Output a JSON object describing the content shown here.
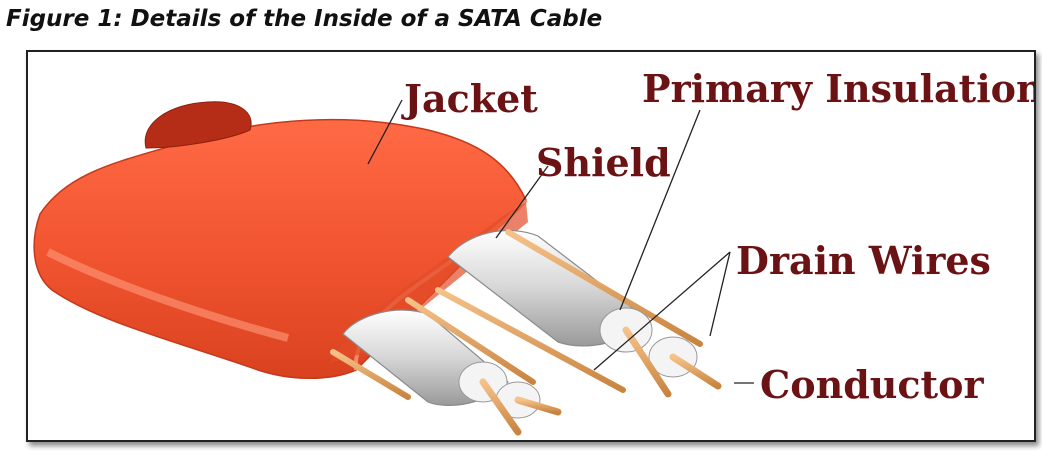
{
  "figure": {
    "title": "Figure 1: Details of the Inside of a SATA Cable"
  },
  "diagram": {
    "labels": {
      "jacket": "Jacket",
      "primary_insulation": "Primary Insulation",
      "shield": "Shield",
      "drain_wires": "Drain Wires",
      "conductor": "Conductor"
    },
    "colors": {
      "jacket": "#f0532f",
      "jacket_dark": "#b52d16",
      "shield": "#d8d8d8",
      "insulation": "#f4f4f4",
      "copper": "#e8a15a",
      "label_text": "#6b1214"
    }
  }
}
